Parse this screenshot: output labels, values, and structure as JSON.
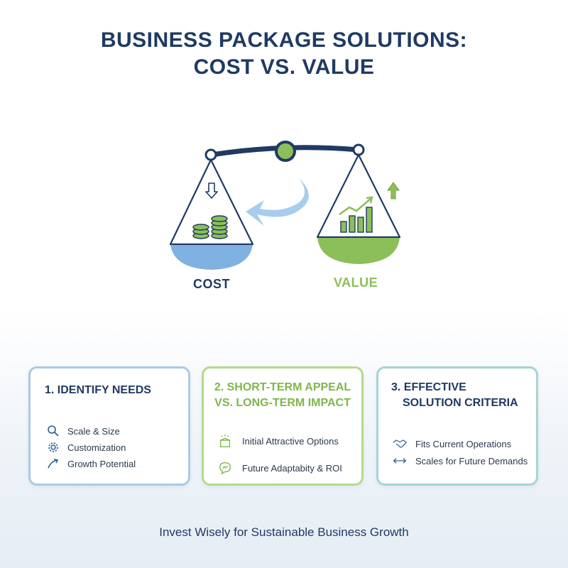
{
  "title": {
    "line1": "BUSINESS PACKAGE SOLUTIONS:",
    "line2": "COST VS. VALUE"
  },
  "scale": {
    "left_label": "COST",
    "right_label": "VALUE",
    "colors": {
      "navy": "#1f3a63",
      "blue": "#7fb2e0",
      "green": "#8cbf5a"
    }
  },
  "cards": [
    {
      "title_line1": "1. IDENTIFY NEEDS",
      "items": [
        {
          "icon": "search-icon",
          "label": "Scale & Size"
        },
        {
          "icon": "gear-icon",
          "label": "Customization"
        },
        {
          "icon": "growth-arrow-icon",
          "label": "Growth Potential"
        }
      ],
      "border": "#a9cbe6"
    },
    {
      "title_line1": "2. SHORT-TERM APPEAL",
      "title_line2": "VS. LONG-TERM IMPACT",
      "items": [
        {
          "icon": "gift-box-icon",
          "label": "Initial Attractive Options"
        },
        {
          "icon": "chat-chart-icon",
          "label": "Future Adaptabity & ROI"
        }
      ],
      "border": "#b6d98c"
    },
    {
      "title_line1": "3. EFFECTIVE",
      "title_line2": "SOLUTION CRITERIA",
      "items": [
        {
          "icon": "handshake-icon",
          "label": "Fits Current Operations"
        },
        {
          "icon": "double-arrow-icon",
          "label": "Scales for Future Demands"
        }
      ],
      "border": "#a3d6d3"
    }
  ],
  "footer": "Invest Wisely for Sustainable Business Growth"
}
